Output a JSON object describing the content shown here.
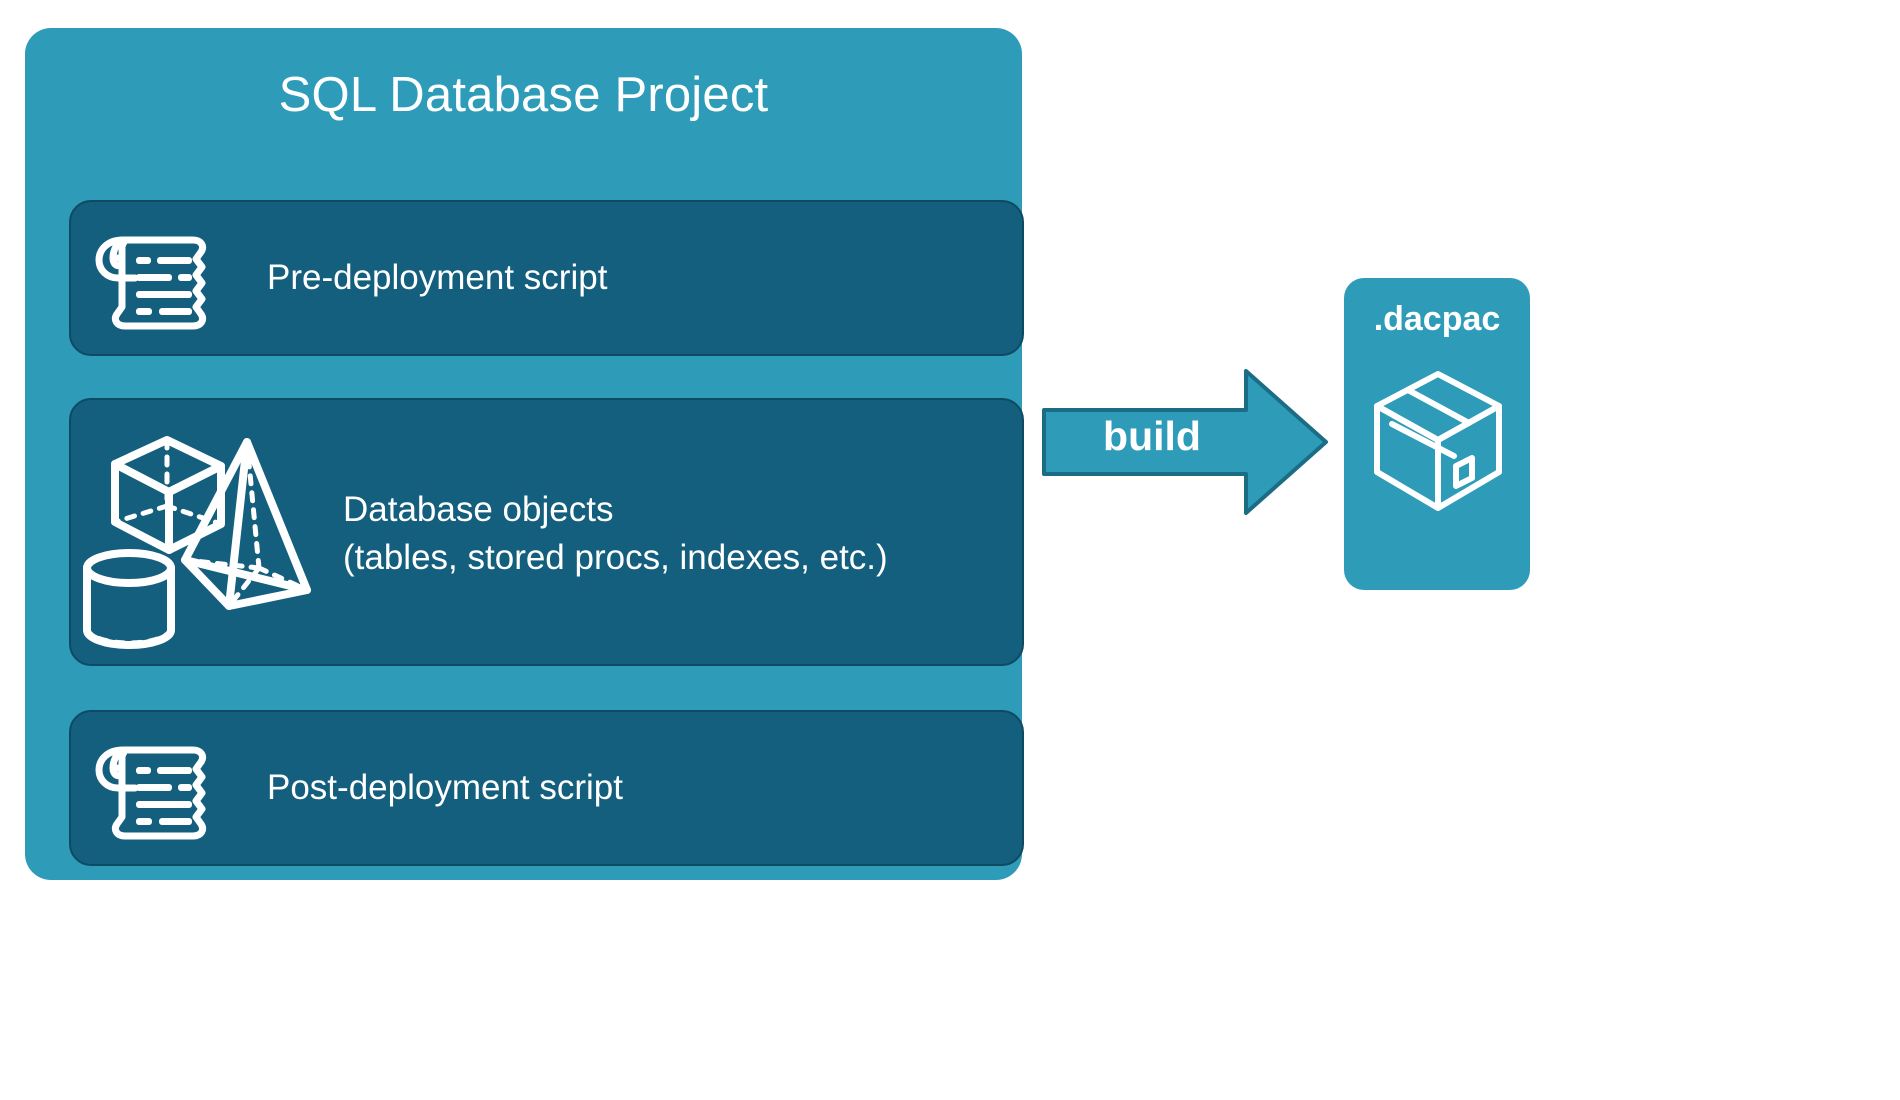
{
  "diagram": {
    "title": "SQL Database Project",
    "colors": {
      "panel_teal": "#2e9cb9",
      "card_blue": "#145f7d",
      "card_border": "#0f4a63",
      "arrow_fill": "#2e9cb9",
      "arrow_border": "#1b6d86",
      "text_white": "#ffffff",
      "background": "#ffffff"
    },
    "project": {
      "title": "SQL Database Project",
      "cards": [
        {
          "id": "pre-deployment",
          "label": "Pre-deployment script",
          "icon": "scroll-icon"
        },
        {
          "id": "database-objects",
          "label": "Database objects\n(tables, stored procs, indexes, etc.)",
          "icon": "3d-shapes-icon"
        },
        {
          "id": "post-deployment",
          "label": "Post-deployment script",
          "icon": "scroll-icon"
        }
      ]
    },
    "arrow": {
      "label": "build",
      "direction": "right"
    },
    "output": {
      "title": ".dacpac",
      "icon": "package-box-icon"
    }
  }
}
